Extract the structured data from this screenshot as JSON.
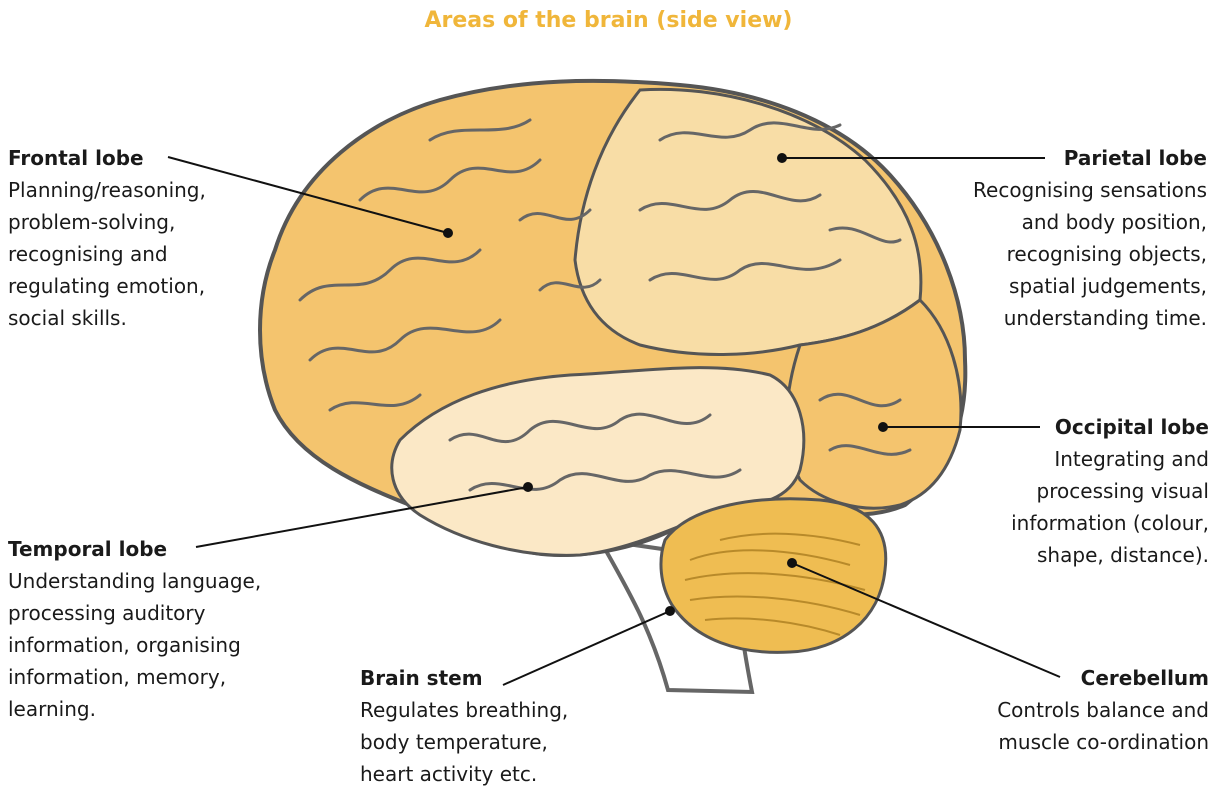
{
  "title": "Areas of the brain (side view)",
  "colors": {
    "title": "#f0b63a",
    "frontal": "#f4c46e",
    "parietal": "#f8dda6",
    "temporal": "#fbe8c6",
    "occipital": "#f4c46e",
    "cerebellum": "#efbd52",
    "outline": "#555555",
    "leader": "#111111"
  },
  "labels": {
    "frontal": {
      "name": "Frontal lobe",
      "desc": "Planning/reasoning,\nproblem-solving,\nrecognising and\nregulating emotion,\nsocial skills."
    },
    "parietal": {
      "name": "Parietal lobe",
      "desc": "Recognising sensations\nand body position,\nrecognising objects,\nspatial judgements,\nunderstanding time."
    },
    "occipital": {
      "name": "Occipital lobe",
      "desc": "Integrating and\nprocessing visual\ninformation (colour,\nshape, distance)."
    },
    "temporal": {
      "name": "Temporal lobe",
      "desc": "Understanding language,\nprocessing auditory\ninformation, organising\ninformation, memory,\nlearning."
    },
    "brainstem": {
      "name": "Brain stem",
      "desc": "Regulates breathing,\nbody temperature,\nheart activity etc."
    },
    "cerebellum": {
      "name": "Cerebellum",
      "desc": "Controls balance and\nmuscle co-ordination"
    }
  }
}
